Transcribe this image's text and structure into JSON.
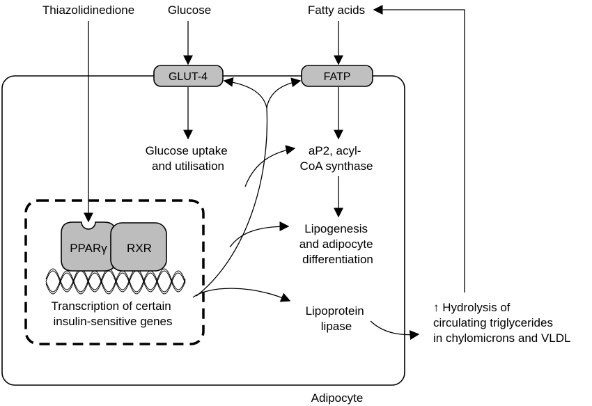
{
  "labels": {
    "thiazolidinedione": "Thiazolidinedione",
    "glucose": "Glucose",
    "fatty_acids": "Fatty acids",
    "glut4": "GLUT-4",
    "fatp": "FATP",
    "glucose_uptake": [
      "Glucose uptake",
      "and utilisation"
    ],
    "ap2": [
      "aP2, acyl-",
      "CoA synthase"
    ],
    "lipogenesis": [
      "Lipogenesis",
      "and adipocyte",
      "differentiation"
    ],
    "lipoprotein_lipase": [
      "Lipoprotein",
      "lipase"
    ],
    "pparg": "PPARγ",
    "rxr": "RXR",
    "transcription": [
      "Transcription of certain",
      "insulin-sensitive genes"
    ],
    "hydrolysis": [
      "↑ Hydrolysis of",
      "circulating triglycerides",
      "in chylomicrons and VLDL"
    ],
    "adipocyte": "Adipocyte"
  },
  "colors": {
    "stroke": "#000000",
    "receptor_fill": "#c0c0c0",
    "protein_fill": "#bdbdbd",
    "background": "#ffffff"
  }
}
